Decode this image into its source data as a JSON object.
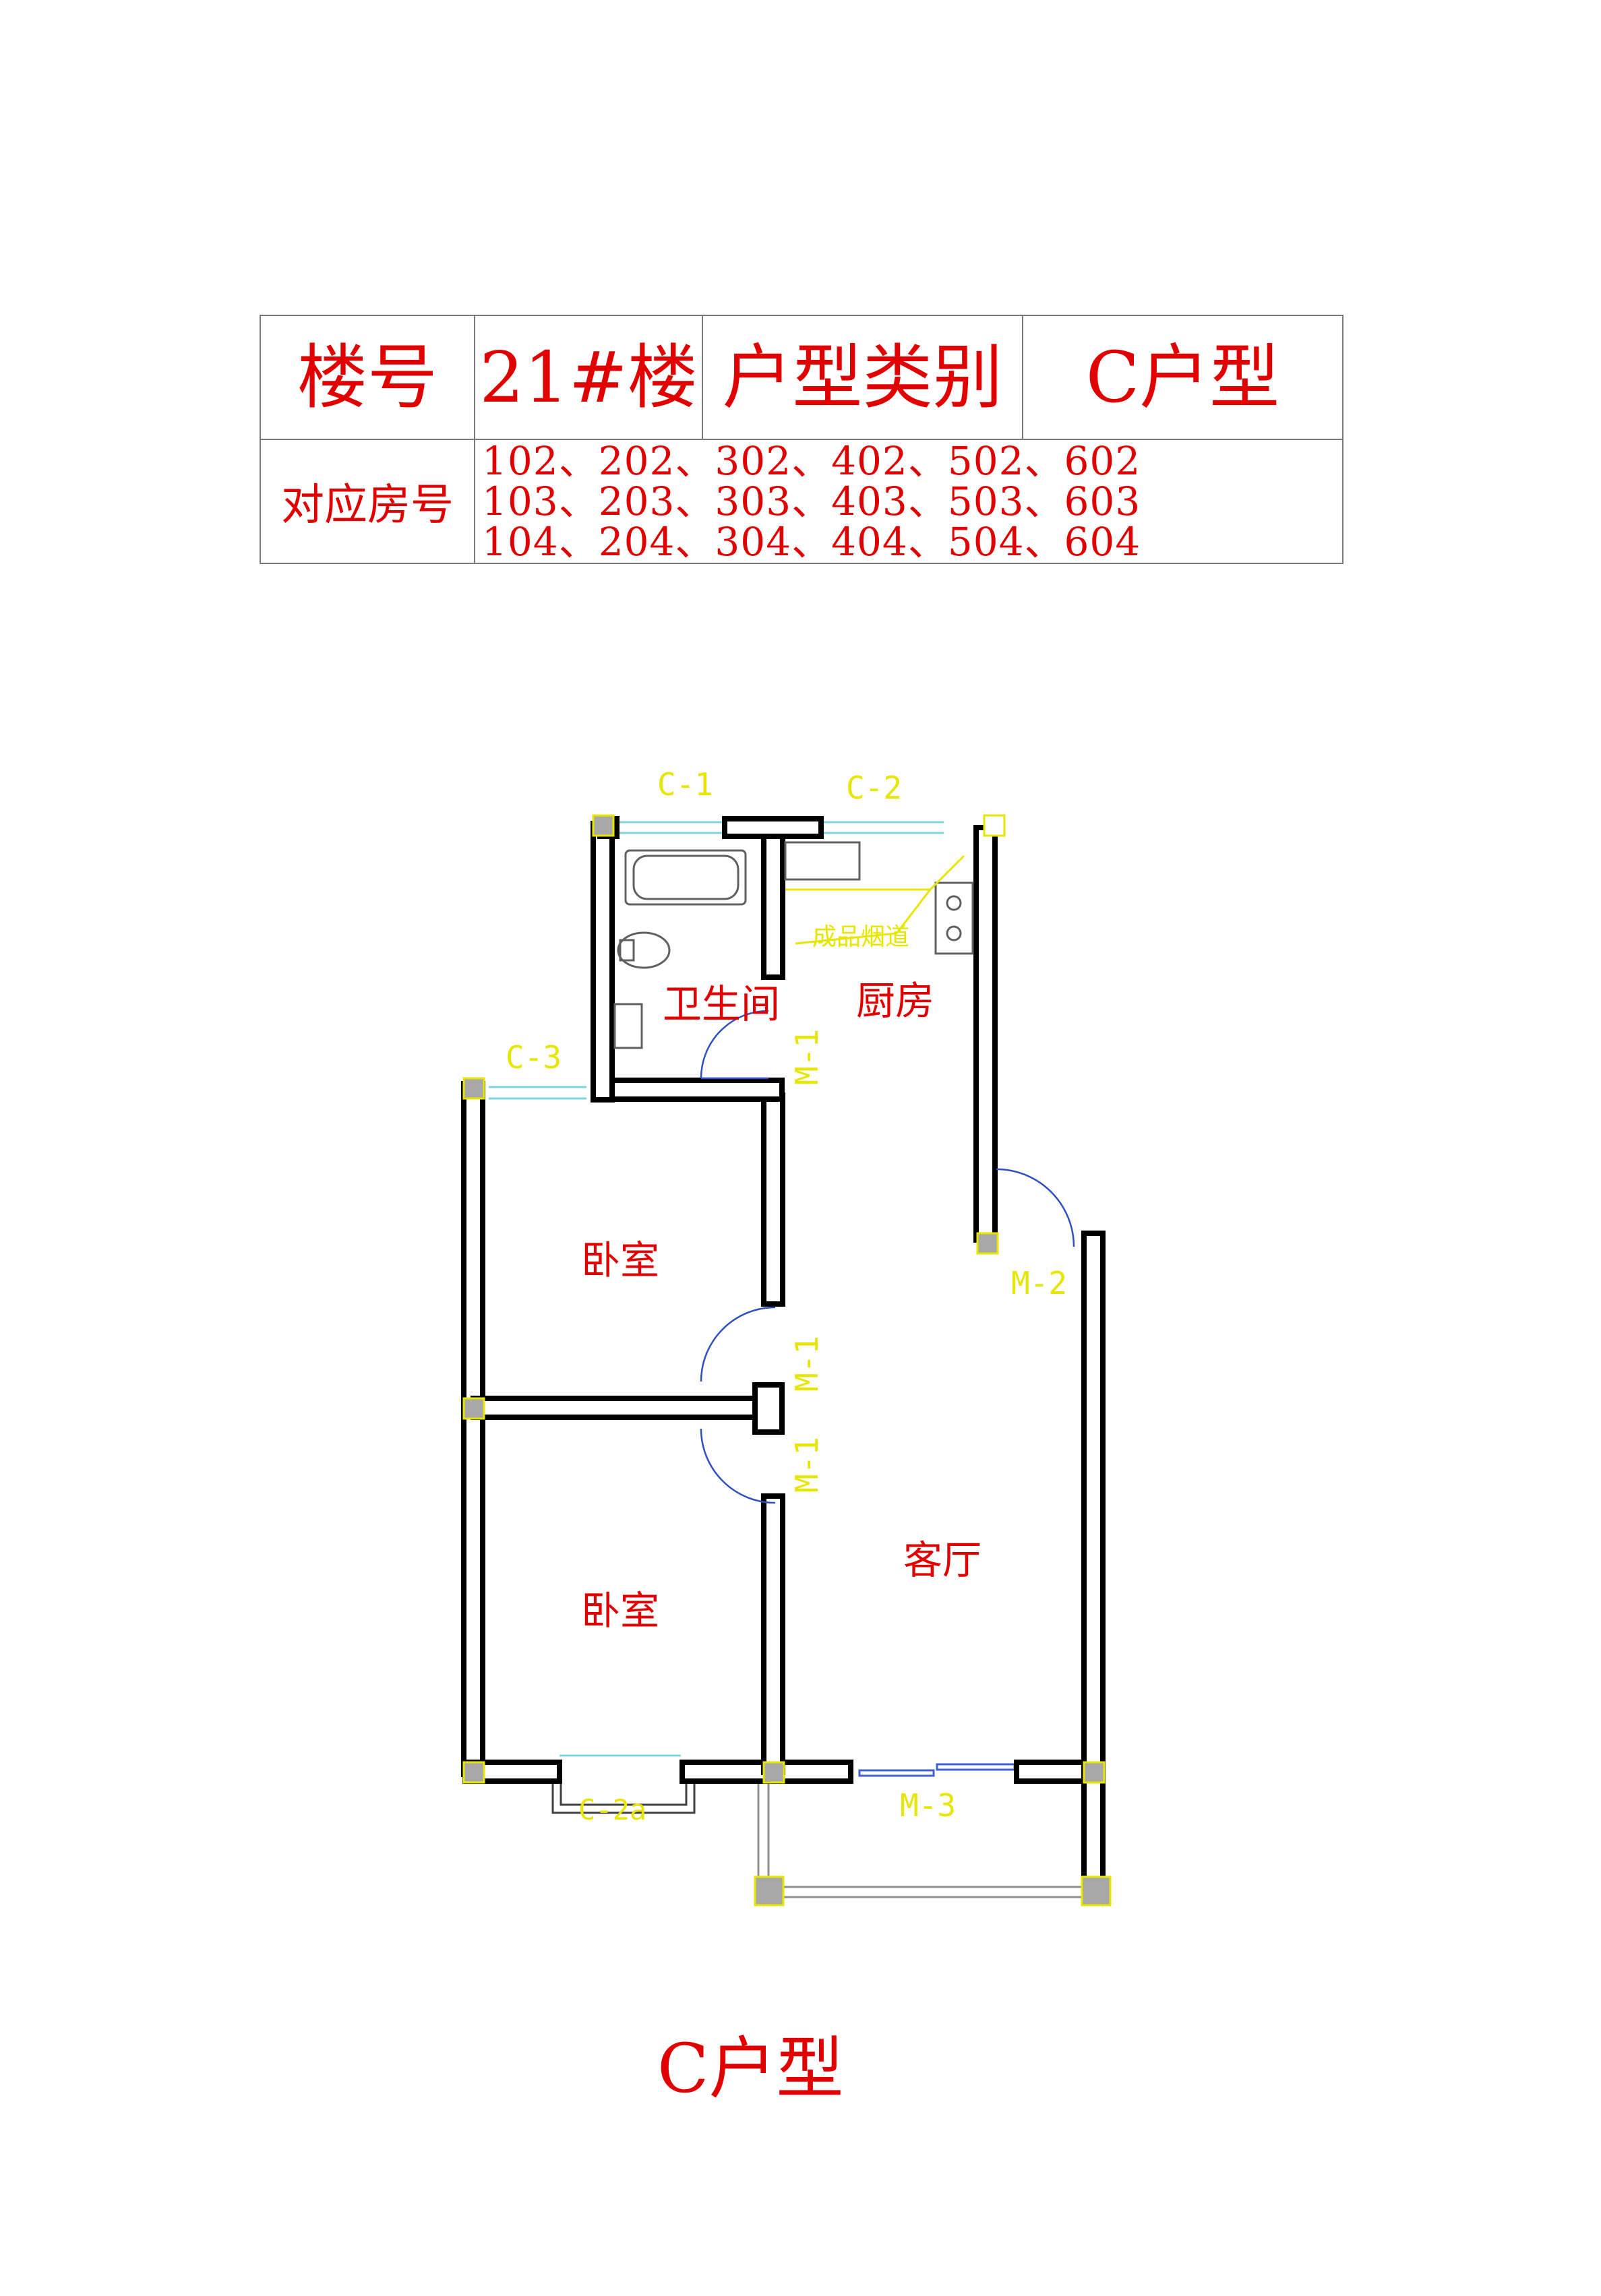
{
  "table": {
    "building_label": "楼号",
    "building_value": "21#楼",
    "type_label": "户型类别",
    "type_value": "C户型",
    "rooms_label": "对应房号",
    "room_rows": [
      "102、202、302、402、502、602",
      "103、203、303、403、503、603",
      "104、204、304、404、504、604"
    ]
  },
  "plan": {
    "windows": {
      "c1": "C-1",
      "c2": "C-2",
      "c3": "C-3",
      "c2a": "C-2a"
    },
    "doors": {
      "m1_bath": "M-1",
      "m1_upper": "M-1",
      "m1_lower": "M-1",
      "m2": "M-2",
      "m3": "M-3"
    },
    "rooms": {
      "bathroom": "卫生间",
      "kitchen": "厨房",
      "bedroom_upper": "卧室",
      "bedroom_lower": "卧室",
      "living": "客厅"
    },
    "flue_label": "成品烟道"
  },
  "caption": "C户型",
  "colors": {
    "text_red": "#e00000",
    "annotation_yellow": "#e6e600",
    "wall": "#000000",
    "door_arc": "#3050c0",
    "column_gray": "#a8a8a8"
  }
}
